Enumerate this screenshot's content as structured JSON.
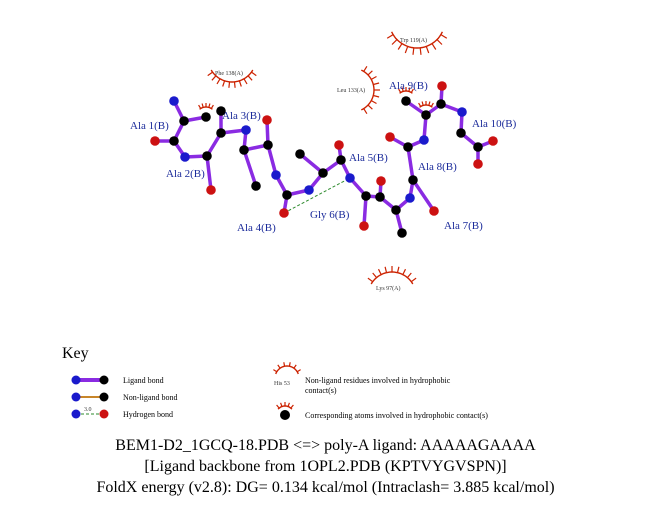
{
  "diagram": {
    "residues": [
      {
        "label": "Ala 1(B)"
      },
      {
        "label": "Ala 2(B)"
      },
      {
        "label": "Ala 3(B)"
      },
      {
        "label": "Ala 4(B)"
      },
      {
        "label": "Ala 5(B)"
      },
      {
        "label": "Gly 6(B)"
      },
      {
        "label": "Ala 7(B)"
      },
      {
        "label": "Ala 8(B)"
      },
      {
        "label": "Ala 9(B)"
      },
      {
        "label": "Ala 10(B)"
      }
    ],
    "hydrophobic_residues": [
      {
        "label": "Trp 119(A)"
      },
      {
        "label": "Phe 138(A)"
      },
      {
        "label": "Leu 133(A)"
      },
      {
        "label": "Lys 97(A)"
      }
    ],
    "colors": {
      "ligand_bond": "#8a2be2",
      "non_ligand_bond": "#c8862a",
      "hydrogen_bond": "#2e8b2e",
      "hydrophobic": "#cc2200",
      "carbon": "#000000",
      "nitrogen": "#1a1acc",
      "oxygen": "#cc1111",
      "label": "#1a2a9a"
    }
  },
  "key": {
    "title": "Key",
    "ligand_bond": "Ligand bond",
    "non_ligand_bond": "Non-ligand bond",
    "hydrogen_bond": "Hydrogen bond",
    "hbond_distance": "3.0",
    "hydrophobic_example": "His 53",
    "hydrophobic_residues_line1": "Non-ligand residues involved in hydrophobic",
    "hydrophobic_residues_line2": "contact(s)",
    "hydrophobic_atoms": "Corresponding atoms involved in hydrophobic contact(s)"
  },
  "caption": {
    "line1": "BEM1-D2_1GCQ-18.PDB <=> poly-A ligand: AAAAAGAAAA",
    "line2": "[Ligand backbone from 1OPL2.PDB (KPTVYGVSPN)]",
    "line3": "FoldX energy (v2.8): DG= 0.134 kcal/mol (Intraclash= 3.885 kcal/mol)"
  }
}
